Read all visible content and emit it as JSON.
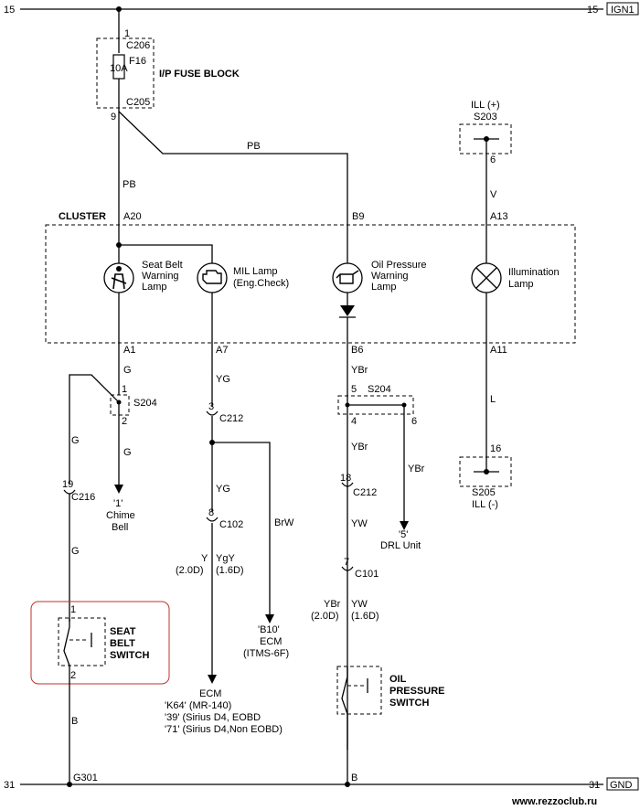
{
  "ign_left": "15",
  "ign_right": "15",
  "ign_tag": "IGN1",
  "gnd_left": "31",
  "gnd_right": "31",
  "gnd_tag": "GND",
  "fuse": {
    "pin1": "1",
    "conn_top": "C206",
    "name": "F16",
    "rating": "10A",
    "block": "I/P FUSE BLOCK",
    "conn_bot": "C205",
    "pin9": "9"
  },
  "wires": {
    "pb_h": "PB",
    "pb_v": "PB",
    "v": "V",
    "g1": "G",
    "g2": "G",
    "g3": "G",
    "g4": "G",
    "yg1": "YG",
    "yg2": "YG",
    "ybr1": "YBr",
    "ybr2": "YBr",
    "ybr3": "YBr",
    "yw": "YW",
    "l": "L",
    "brw": "BrW",
    "b": "B"
  },
  "s203": {
    "top": "ILL (+)",
    "name": "S203",
    "pin": "6"
  },
  "cluster": {
    "title": "CLUSTER",
    "a20": "A20",
    "b9": "B9",
    "a13": "A13",
    "a1": "A1",
    "a7": "A7",
    "b6": "B6",
    "a11": "A11",
    "seatbelt_l1": "Seat Belt",
    "seatbelt_l2": "Warning",
    "seatbelt_l3": "Lamp",
    "mil_l1": "MIL Lamp",
    "mil_l2": "(Eng.Check)",
    "oil_l1": "Oil Pressure",
    "oil_l2": "Warning",
    "oil_l3": "Lamp",
    "illum_l1": "Illumination",
    "illum_l2": "Lamp"
  },
  "s204a": {
    "pin1": "1",
    "name": "S204",
    "pin2": "2"
  },
  "s204b": {
    "pin5": "5",
    "name": "S204",
    "pin4": "4",
    "pin6": "6"
  },
  "c212a": {
    "pin": "3",
    "name": "C212"
  },
  "c212b": {
    "pin": "18",
    "name": "C212"
  },
  "c216": {
    "pin": "19",
    "name": "C216"
  },
  "c102": {
    "pin": "8",
    "name": "C102",
    "y": "Y",
    "ygy": "YgY",
    "v20": "(2.0D)",
    "v16": "(1.6D)"
  },
  "c101": {
    "pin": "7",
    "name": "C101",
    "ybr": "YBr",
    "yw": "YW",
    "v20": "(2.0D)",
    "v16": "(1.6D)"
  },
  "s205": {
    "pin": "16",
    "name": "S205",
    "label": "ILL (-)"
  },
  "chime": {
    "pin": "'1'",
    "l1": "Chime",
    "l2": "Bell"
  },
  "drl": {
    "pin": "'5'",
    "label": "DRL Unit"
  },
  "ecm_b10": {
    "pin": "'B10'",
    "l1": "ECM",
    "l2": "(ITMS-6F)"
  },
  "ecm": {
    "title": "ECM",
    "l1": "'K64' (MR-140)",
    "l2": "'39' (Sirius D4, EOBD",
    "l3": "'71' (Sirius D4,Non EOBD)"
  },
  "seat_switch": {
    "pin1": "1",
    "pin2": "2",
    "l1": "SEAT",
    "l2": "BELT",
    "l3": "SWITCH"
  },
  "oil_switch": {
    "l1": "OIL",
    "l2": "PRESSURE",
    "l3": "SWITCH"
  },
  "g301": "G301",
  "gnd_b": "B",
  "watermark": "www.rezzoclub.ru"
}
